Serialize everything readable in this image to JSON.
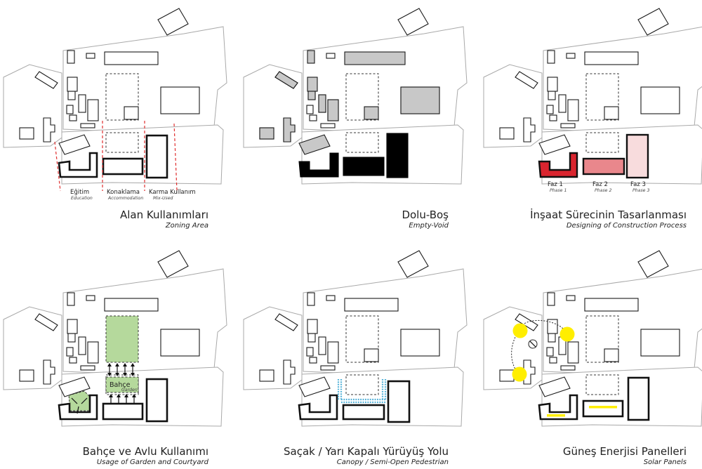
{
  "panels": [
    {
      "title": "Alan Kullanımları",
      "subtitle": "Zoning Area",
      "zones": [
        {
          "label": "Eğitim",
          "sub": "Education"
        },
        {
          "label": "Konaklama",
          "sub": "Accommodation"
        },
        {
          "label": "Karma Kullanım",
          "sub": "Mix-Used"
        }
      ]
    },
    {
      "title": "Dolu-Boş",
      "subtitle": "Empty-Void"
    },
    {
      "title": "İnşaat Sürecinin Tasarlanması",
      "subtitle": "Designing of Construction Process",
      "phases": [
        {
          "label": "Faz 1",
          "sub": "Phase 1",
          "color": "#d9252f"
        },
        {
          "label": "Faz 2",
          "sub": "Phase 2",
          "color": "#e9878c"
        },
        {
          "label": "Faz 3",
          "sub": "Phase 3",
          "color": "#f8dcdd"
        }
      ]
    },
    {
      "title": "Bahçe ve Avlu Kullanımı",
      "subtitle": "Usage of Garden and Courtyard",
      "garden_label": "Bahçe",
      "garden_sub": "Garden",
      "garden_color": "#b5d99c"
    },
    {
      "title": "Saçak / Yarı Kapalı Yürüyüş Yolu",
      "subtitle": "Canopy / Semi-Open Pedestrian",
      "canopy_color": "#4fb0d8"
    },
    {
      "title": "Güneş Enerjisi Panelleri",
      "subtitle": "Solar Panels",
      "sun_color": "#ffee00"
    }
  ]
}
